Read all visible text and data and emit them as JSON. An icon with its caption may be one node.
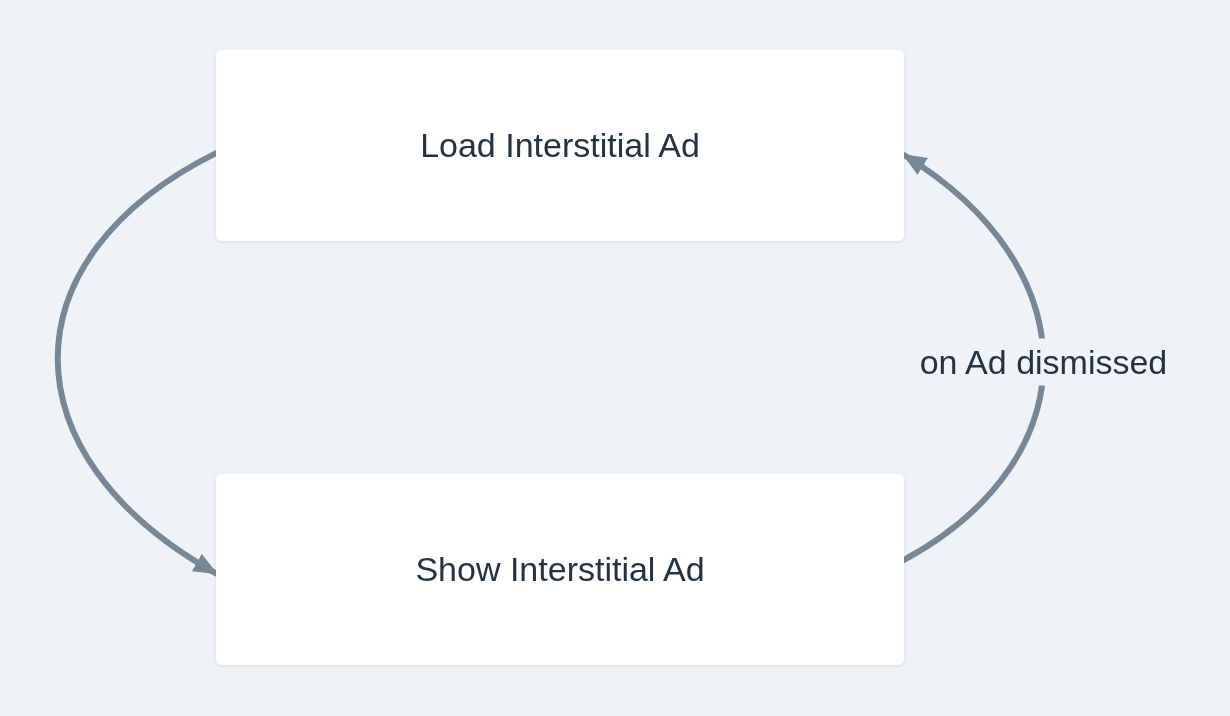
{
  "diagram": {
    "nodes": [
      {
        "text": [
          "Load Interstitial Ad"
        ]
      },
      {
        "text": [
          "Show Interstitial Ad"
        ]
      }
    ],
    "edges": [
      {
        "from": 0,
        "to": 1,
        "arrow": "to"
      },
      {
        "from": 1,
        "to": 0,
        "arrow": "to",
        "label": "on Ad dismissed"
      }
    ]
  }
}
